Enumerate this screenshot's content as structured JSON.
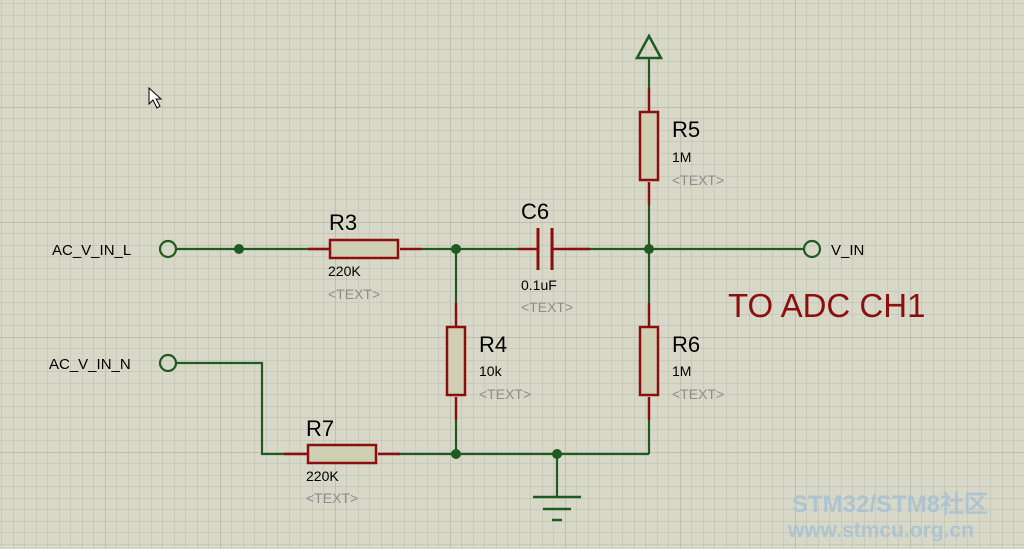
{
  "background_color": "#d8d8c8",
  "wire_color": "#1f5a1f",
  "component_color": "#8b0f0f",
  "components": {
    "r3": {
      "ref": "R3",
      "value": "220K",
      "text": "<TEXT>"
    },
    "r4": {
      "ref": "R4",
      "value": "10k",
      "text": "<TEXT>"
    },
    "r5": {
      "ref": "R5",
      "value": "1M",
      "text": "<TEXT>"
    },
    "r6": {
      "ref": "R6",
      "value": "1M",
      "text": "<TEXT>"
    },
    "r7": {
      "ref": "R7",
      "value": "220K",
      "text": "<TEXT>"
    },
    "c6": {
      "ref": "C6",
      "value": "0.1uF",
      "text": "<TEXT>"
    }
  },
  "terminals": {
    "ac_l": "AC_V_IN_L",
    "ac_n": "AC_V_IN_N",
    "v_in": "V_IN"
  },
  "note": "TO ADC CH1",
  "watermark": {
    "line1": "STM32/STM8社区",
    "line2": "www.stmcu.org.cn"
  }
}
